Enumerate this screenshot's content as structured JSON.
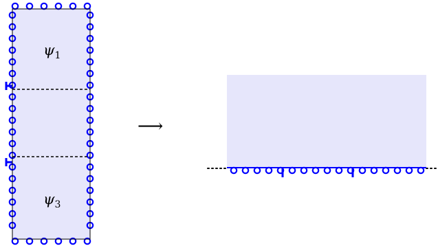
{
  "left_panel": {
    "top_label": {
      "symbol": "ψ",
      "index": "1"
    },
    "bottom_label": {
      "symbol": "ψ",
      "index": "3"
    }
  },
  "arrow": "⟶",
  "colors": {
    "fill": "#e6e6fb",
    "boundary": "#0000ff",
    "outline": "#000000",
    "dashed": "#000000"
  }
}
